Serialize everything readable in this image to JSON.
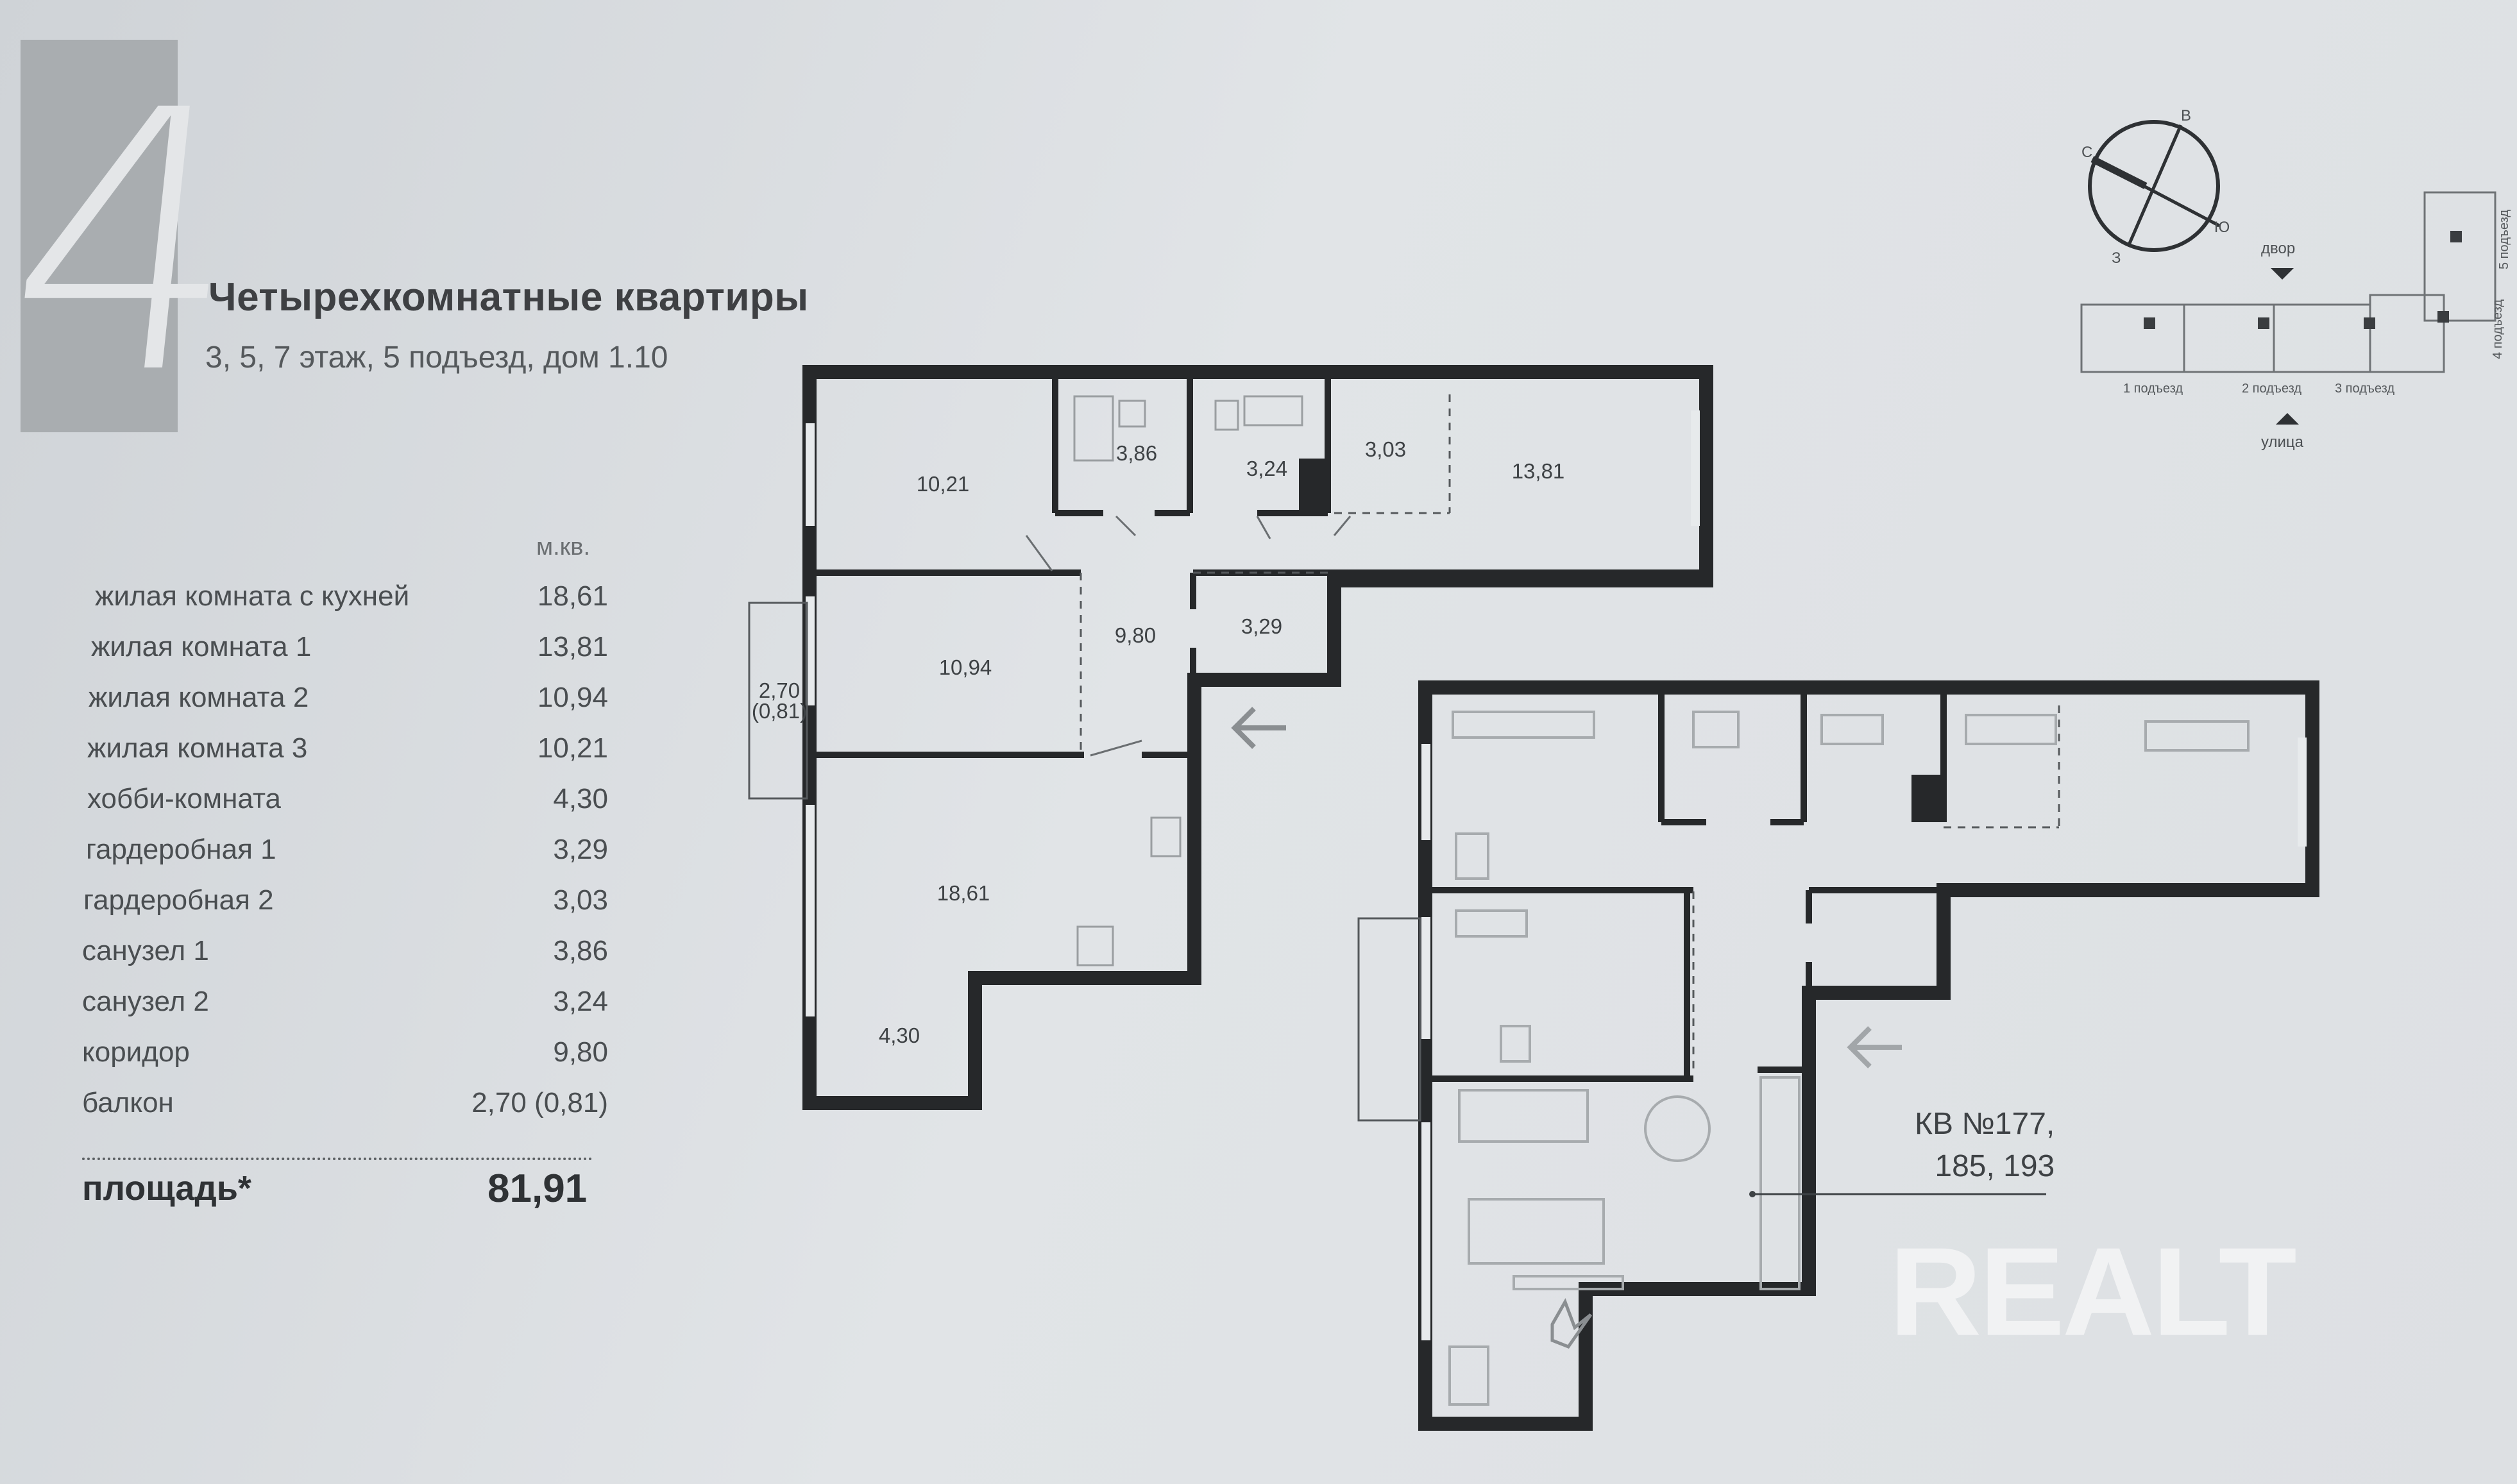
{
  "heading": {
    "number": "4",
    "title": "Четырехкомнатные квартиры",
    "subtitle": "3, 5, 7 этаж, 5 подъезд, дом 1.10"
  },
  "area_table": {
    "unit": "м.кв.",
    "rows": [
      {
        "name": "жилая комната с кухней",
        "value": "18,61"
      },
      {
        "name": "жилая комната 1",
        "value": "13,81"
      },
      {
        "name": "жилая комната 2",
        "value": "10,94"
      },
      {
        "name": "жилая комната 3",
        "value": "10,21"
      },
      {
        "name": "хобби-комната",
        "value": "4,30"
      },
      {
        "name": "гардеробная 1",
        "value": "3,29"
      },
      {
        "name": "гардеробная 2",
        "value": "3,03"
      },
      {
        "name": "санузел 1",
        "value": "3,86"
      },
      {
        "name": "санузел 2",
        "value": "3,24"
      },
      {
        "name": "коридор",
        "value": "9,80"
      },
      {
        "name": "балкон",
        "value": "2,70 (0,81)"
      }
    ],
    "total_label": "площадь*",
    "total_value": "81,91"
  },
  "plan": {
    "rooms": {
      "r1": "10,21",
      "r2": "3,86",
      "r3": "3,24",
      "r4": "3,03",
      "r5": "13,81",
      "r6": "10,94",
      "r7": "9,80",
      "r8": "3,29",
      "r9": "18,61",
      "r10": "4,30"
    },
    "balcony_area": "2,70",
    "balcony_sub": "(0,81)"
  },
  "apartment_numbers": {
    "line1": "КВ №177,",
    "line2": "185, 193"
  },
  "compass": {
    "north": "С",
    "east": "В",
    "south": "Ю",
    "west": "З"
  },
  "site_key": {
    "yard": "двор",
    "street": "улица",
    "entrances": [
      "1 подъезд",
      "2 подъезд",
      "3 подъезд"
    ],
    "side_labels": [
      "4 подъезд",
      "5 подъезд"
    ]
  },
  "watermark": "REALT"
}
